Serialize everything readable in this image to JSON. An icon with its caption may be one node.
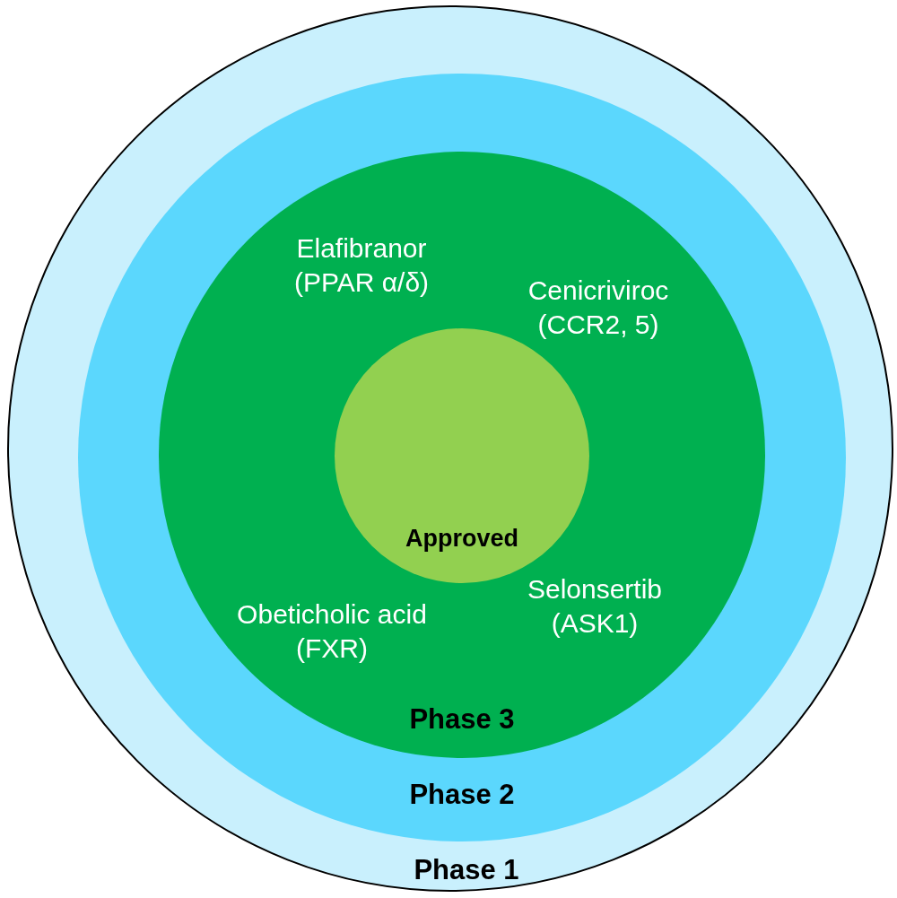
{
  "diagram": {
    "nodes": [
      {
        "text": [
          "Phase 1"
        ]
      },
      {
        "text": [
          "Phase 2"
        ],
        "in": 0
      },
      {
        "text": [
          "Phase 3"
        ],
        "in": 1
      },
      {
        "text": [
          "Approved"
        ],
        "in": 2
      }
    ],
    "labels": [
      "Elafibranor (PPAR α/δ)",
      "Cenicriviroc (CCR2, 5)",
      "Selonsertib (ASK1)",
      "Obeticholic acid (FXR)"
    ]
  }
}
